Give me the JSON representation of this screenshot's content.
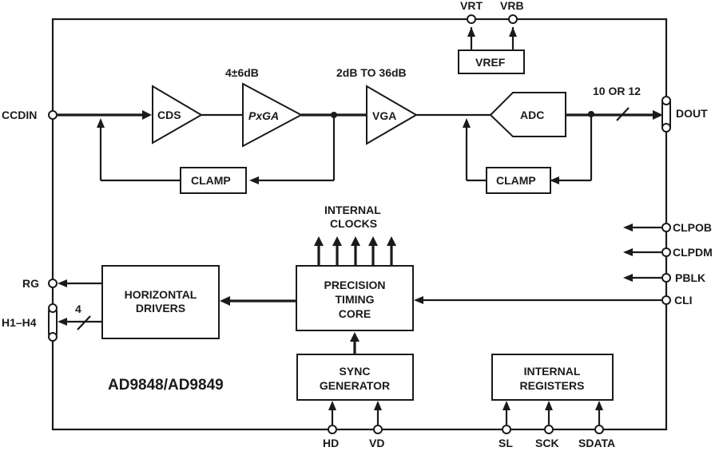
{
  "diagram": {
    "title": "AD9848/AD9849",
    "blocks": {
      "cds": "CDS",
      "pxga": "PxGA",
      "vga": "VGA",
      "adc": "ADC",
      "clamp1": "CLAMP",
      "clamp2": "CLAMP",
      "vref": "VREF",
      "horizontal_drivers": [
        "HORIZONTAL",
        "DRIVERS"
      ],
      "timing_core": [
        "PRECISION",
        "TIMING",
        "CORE"
      ],
      "sync_generator": [
        "SYNC",
        "GENERATOR"
      ],
      "internal_registers": [
        "INTERNAL",
        "REGISTERS"
      ]
    },
    "annotations": {
      "pxga_gain": "4±6dB",
      "vga_gain": "2dB TO 36dB",
      "dout_bits": "10 OR 12",
      "h_bus_width": "4",
      "internal_clocks": [
        "INTERNAL",
        "CLOCKS"
      ]
    },
    "pins": {
      "ccdin": "CCDIN",
      "vrt": "VRT",
      "vrb": "VRB",
      "dout": "DOUT",
      "clpob": "CLPOB",
      "clpdm": "CLPDM",
      "pblk": "PBLK",
      "cli": "CLI",
      "rg": "RG",
      "h1h4": "H1–H4",
      "hd": "HD",
      "vd": "VD",
      "sl": "SL",
      "sck": "SCK",
      "sdata": "SDATA"
    }
  }
}
